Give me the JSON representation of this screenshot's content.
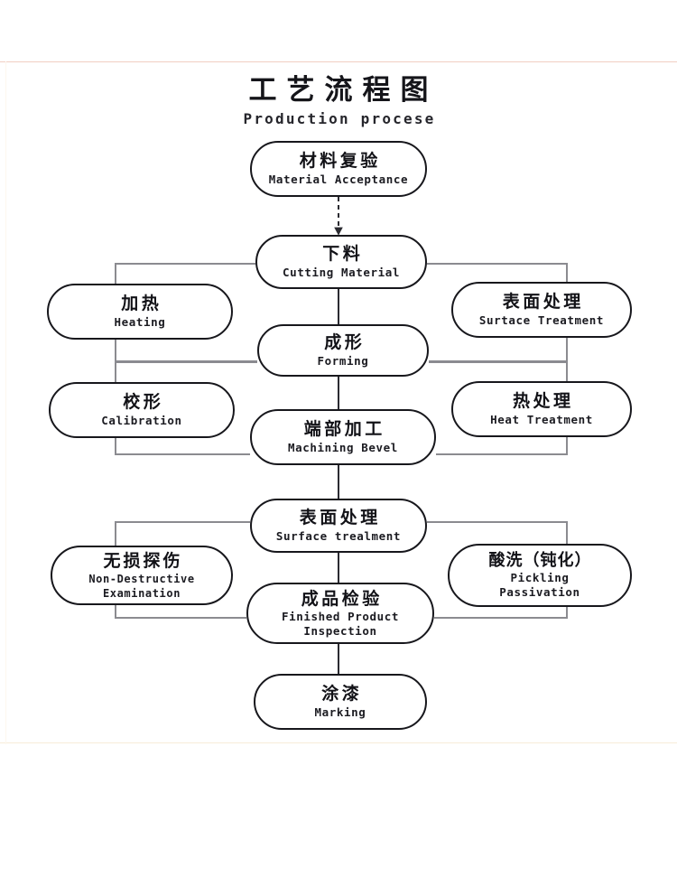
{
  "document": {
    "title_cn": "工艺流程图",
    "title_en": "Production procese"
  },
  "chart_data": {
    "type": "diagram",
    "diagram_kind": "process-flowchart",
    "title": "工艺流程图 / Production procese",
    "orientation": "top-to-bottom",
    "main_flow": [
      "material-acceptance",
      "cutting-material",
      "forming",
      "machining-bevel",
      "surface-treatment-center",
      "finished-product-inspection",
      "marking"
    ],
    "edges": [
      {
        "from": "material-acceptance",
        "to": "cutting-material",
        "style": "dashed-arrow"
      },
      {
        "from": "cutting-material",
        "to": "forming",
        "style": "solid"
      },
      {
        "from": "forming",
        "to": "machining-bevel",
        "style": "solid"
      },
      {
        "from": "machining-bevel",
        "to": "surface-treatment-center",
        "style": "solid"
      },
      {
        "from": "surface-treatment-center",
        "to": "finished-product-inspection",
        "style": "solid"
      },
      {
        "from": "finished-product-inspection",
        "to": "marking",
        "style": "solid"
      },
      {
        "from": "cutting-material",
        "to": "heating",
        "style": "bracket-left"
      },
      {
        "from": "heating",
        "to": "forming",
        "style": "bracket-left"
      },
      {
        "from": "cutting-material",
        "to": "surface-treatment-right",
        "style": "bracket-right"
      },
      {
        "from": "surface-treatment-right",
        "to": "forming",
        "style": "bracket-right"
      },
      {
        "from": "forming",
        "to": "calibration",
        "style": "bracket-left"
      },
      {
        "from": "calibration",
        "to": "machining-bevel",
        "style": "bracket-left"
      },
      {
        "from": "forming",
        "to": "heat-treatment",
        "style": "bracket-right"
      },
      {
        "from": "heat-treatment",
        "to": "machining-bevel",
        "style": "bracket-right"
      },
      {
        "from": "surface-treatment-center",
        "to": "non-destructive-examination",
        "style": "bracket-left"
      },
      {
        "from": "non-destructive-examination",
        "to": "finished-product-inspection",
        "style": "bracket-left"
      },
      {
        "from": "surface-treatment-center",
        "to": "pickling-passivation",
        "style": "bracket-right"
      },
      {
        "from": "pickling-passivation",
        "to": "finished-product-inspection",
        "style": "bracket-right"
      }
    ]
  },
  "nodes": {
    "material_acceptance": {
      "cn": "材料复验",
      "en": "Material Acceptance",
      "column": "center"
    },
    "cutting_material": {
      "cn": "下料",
      "en": "Cutting Material",
      "column": "center"
    },
    "forming": {
      "cn": "成形",
      "en": "Forming",
      "column": "center"
    },
    "machining_bevel": {
      "cn": "端部加工",
      "en": "Machining Bevel",
      "column": "center"
    },
    "surface_treatment_c": {
      "cn": "表面处理",
      "en": "Surface trealment",
      "column": "center"
    },
    "finished_inspection": {
      "cn": "成品检验",
      "en_line1": "Finished Product",
      "en_line2": "Inspection",
      "column": "center"
    },
    "marking": {
      "cn": "涂漆",
      "en": "Marking",
      "column": "center"
    },
    "heating": {
      "cn": "加热",
      "en": "Heating",
      "column": "left"
    },
    "calibration": {
      "cn": "校形",
      "en": "Calibration",
      "column": "left"
    },
    "non_destructive": {
      "cn": "无损探伤",
      "en_line1": "Non-Destructive",
      "en_line2": "Examination",
      "column": "left"
    },
    "surface_treatment_r": {
      "cn": "表面处理",
      "en": "Surtace Treatment",
      "column": "right"
    },
    "heat_treatment": {
      "cn": "热处理",
      "en": "Heat Treatment",
      "column": "right"
    },
    "pickling_passivation": {
      "cn": "酸洗（钝化）",
      "en_line1": "Pickling",
      "en_line2": "Passivation",
      "column": "right"
    }
  },
  "colors": {
    "node_border": "#17171c",
    "node_fill": "#ffffff",
    "text": "#121217",
    "connector_main": "#2b2b31",
    "connector_branch": "#8b8b90",
    "page_rule_top": "#f2cfc2",
    "page_rule_bottom": "#f7ecd9",
    "background": "#ffffff"
  }
}
